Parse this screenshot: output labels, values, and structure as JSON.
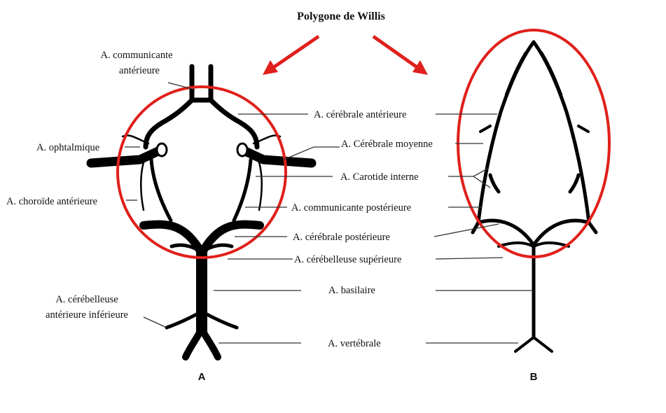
{
  "title": "Polygone de Willis",
  "panel_labels": {
    "a": "A",
    "b": "B"
  },
  "colors": {
    "highlight": "#e0201b",
    "vessel": "#000000",
    "leader": "#333333"
  },
  "labels": {
    "comm_ant_1": "A.  communicante",
    "comm_ant_2": "antérieure",
    "ophtalmique": "A. ophtalmique",
    "choroide": "A. choroïde antérieure",
    "cereb_ant_inf_1": "A.  cérébelleuse",
    "cereb_ant_inf_2": "antérieure inférieure",
    "cerebrale_ant": "A.  cérébrale antérieure",
    "cerebrale_moy": "A. Cérébrale moyenne",
    "carotide": "A. Carotide interne",
    "comm_post": "A. communicante postérieure",
    "cerebrale_post": "A. cérébrale postérieure",
    "cerebelleuse_sup": "A. cérébelleuse  supérieure",
    "basilaire": "A. basilaire",
    "vertebrale": "A. vertébrale"
  }
}
